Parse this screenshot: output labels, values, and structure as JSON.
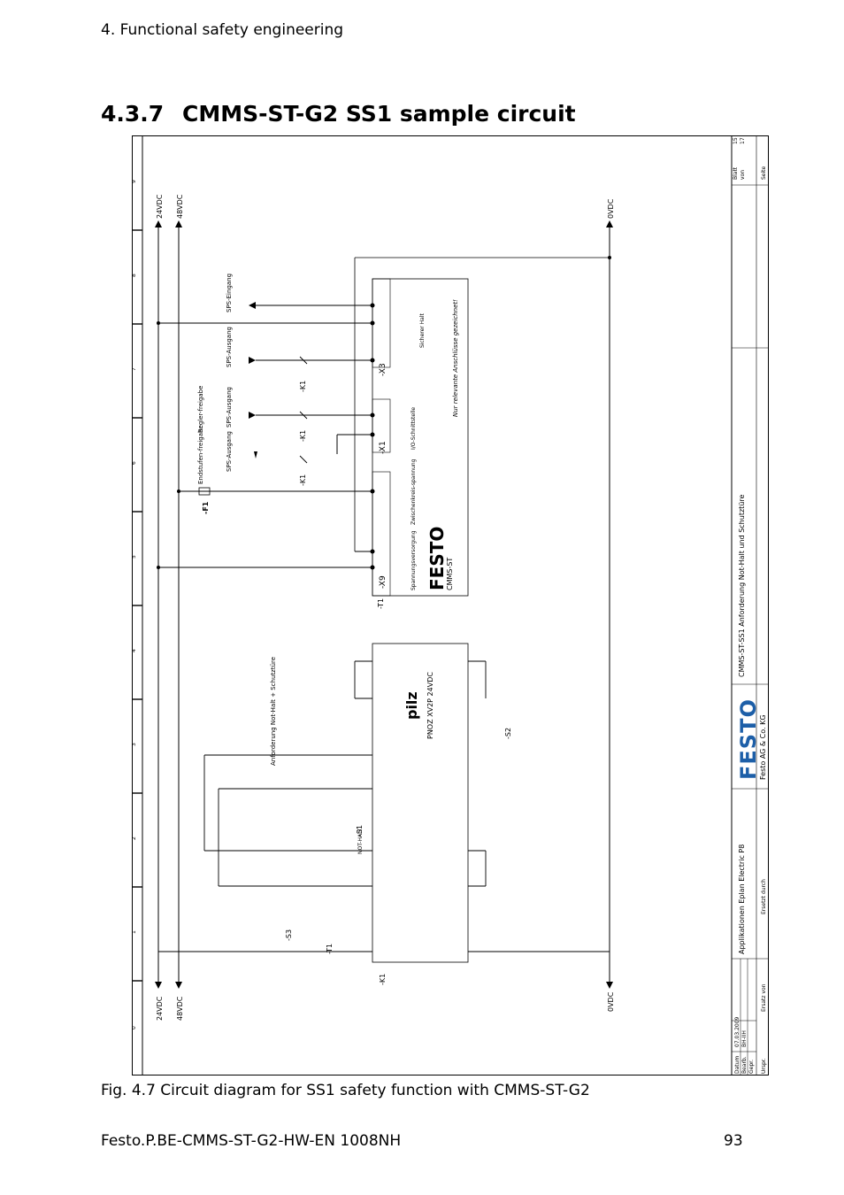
{
  "header": {
    "chapter": "4. Functional safety engineering"
  },
  "section": {
    "number": "4.3.7",
    "title": "CMMS-ST-G2 SS1 sample circuit"
  },
  "diagram": {
    "rails": [
      "24VDC",
      "48VDC",
      "0VDC"
    ],
    "column_numbers": [
      "0",
      "1",
      "2",
      "3",
      "4",
      "5",
      "6",
      "7",
      "8",
      "9"
    ],
    "signal_labels": {
      "sps_eingang": "SPS-Eingang",
      "sps_ausgang_1": "SPS-Ausgang",
      "sps_ausgang_2": "SPS-Ausgang",
      "sps_ausgang_3": "SPS-Ausgang",
      "regler_freigabe": "Regler-freigabe",
      "endstufen_freigabe": "Endstufen-freigabe"
    },
    "devices": {
      "festo_controller": "CMMS-ST",
      "festo_brand": "FESTO",
      "pnoz": "PNOZ XV2P 24VDC",
      "pilz_brand": "pilz",
      "fuse": "-F1",
      "x3": "-X3",
      "x1": "-X1",
      "x9": "-X9",
      "k1_1": "-K1",
      "k1_2": "-K1",
      "k1_3": "-K1",
      "k1_4": "-K1",
      "s1": "-S1",
      "s2": "-S2",
      "s3": "-S3",
      "t1": "-T1",
      "nothalt": "NOT-HALT",
      "anforderung": "Anforderung Not-Halt + Schutztüre",
      "note": "Nur relevante Anschlüsse gezeichnet!",
      "spannungsversorgung": "Spannungsversorgung",
      "zwischenkreis": "Zwischenkreis-spannung",
      "io_schnittstelle": "I/O-Schnittstelle",
      "sicherer_halt": "Sicherer Halt"
    },
    "title_block": {
      "company": "Festo AG & Co. KG",
      "brand": "FESTO",
      "project": "Applikationen Eplan Electric P8",
      "drawing_title": "CMMS-ST-SS1 Anforderung Not-Halt und Schutztüre",
      "date_label": "Datum",
      "date": "07.03.2009",
      "bearb_label": "Bearb.",
      "bearb": "BH-IIH",
      "gepr_label": "Gepr.",
      "urspr_label": "Urspr.",
      "ersetzt_von": "Ersatz von",
      "ersetzt_durch": "Ersetzt durch",
      "blatt_label": "Blatt",
      "von_label": "von",
      "seite_label": "Seite",
      "blatt": "15",
      "von": "17"
    }
  },
  "caption": "Fig. 4.7 Circuit diagram for SS1 safety function with CMMS-ST-G2",
  "footer": {
    "doc_id": "Festo.P.BE-CMMS-ST-G2-HW-EN 1008NH",
    "page": "93"
  }
}
